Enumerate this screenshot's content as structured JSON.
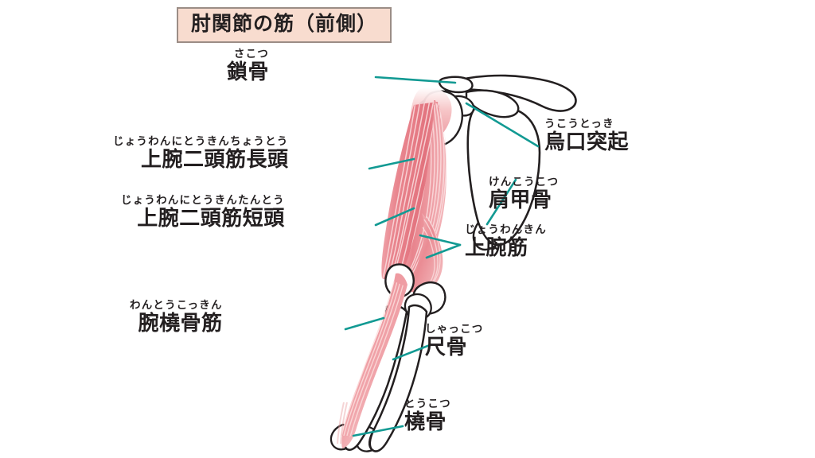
{
  "title": {
    "text": "肘関節の筋（前側）",
    "box_fill": "#f8dccf",
    "box_border": "#9b8d86"
  },
  "theme": {
    "leader_line_color": "#129a93",
    "muscle_color": "#e7838d",
    "muscle_light": "#f3b6ba",
    "bone_outline": "#231f20",
    "bone_fill": "#ffffff",
    "text_color": "#231f20",
    "background": "#ffffff"
  },
  "labels": [
    {
      "id": "clavicle",
      "furigana": "さこつ",
      "name": "鎖骨"
    },
    {
      "id": "biceps-long",
      "furigana": "じょうわんにとうきんちょうとう",
      "name": "上腕二頭筋長頭"
    },
    {
      "id": "biceps-short",
      "furigana": "じょうわんにとうきんたんとう",
      "name": "上腕二頭筋短頭"
    },
    {
      "id": "brachioradialis",
      "furigana": "わんとうこっきん",
      "name": "腕橈骨筋"
    },
    {
      "id": "coracoid",
      "furigana": "うこうとっき",
      "name": "烏口突起"
    },
    {
      "id": "scapula",
      "furigana": "けんこうこつ",
      "name": "肩甲骨"
    },
    {
      "id": "brachialis",
      "furigana": "じょうわんきん",
      "name": "上腕筋"
    },
    {
      "id": "ulna",
      "furigana": "しゃっこつ",
      "name": "尺骨"
    },
    {
      "id": "radius",
      "furigana": "とうこつ",
      "name": "橈骨"
    }
  ],
  "illustration": {
    "name": "anterior-elbow-muscles-diagram",
    "view": "前側",
    "structures": [
      "鎖骨",
      "肩甲骨",
      "烏口突起",
      "上腕二頭筋長頭",
      "上腕二頭筋短頭",
      "上腕筋",
      "腕橈骨筋",
      "尺骨",
      "橈骨"
    ]
  }
}
